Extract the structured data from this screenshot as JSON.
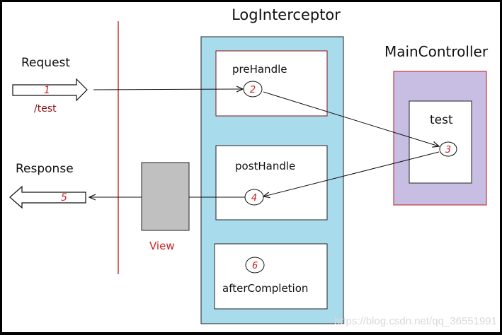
{
  "diagram": {
    "title": "LogInterceptor",
    "controller": {
      "title": "MainController",
      "method": "test"
    },
    "interceptor": {
      "pre_handle": "preHandle",
      "post_handle": "postHandle",
      "after_completion": "afterCompletion"
    },
    "request": {
      "label": "Request",
      "step": "1",
      "path": "/test"
    },
    "response": {
      "label": "Response",
      "step": "5"
    },
    "view": {
      "label": "View"
    },
    "steps": {
      "pre_handle": "2",
      "controller": "3",
      "post_handle": "4",
      "after_completion": "6"
    },
    "watermark": "https://blog.csdn.net/qq_36551991",
    "colors": {
      "frame": "#000000",
      "background": "#ffffff",
      "interceptor_fill": "#a8dcec",
      "controller_fill": "#c8bde2",
      "view_fill": "#c0c0c0",
      "accent_red": "#cc2222",
      "divider": "#c01818"
    }
  }
}
